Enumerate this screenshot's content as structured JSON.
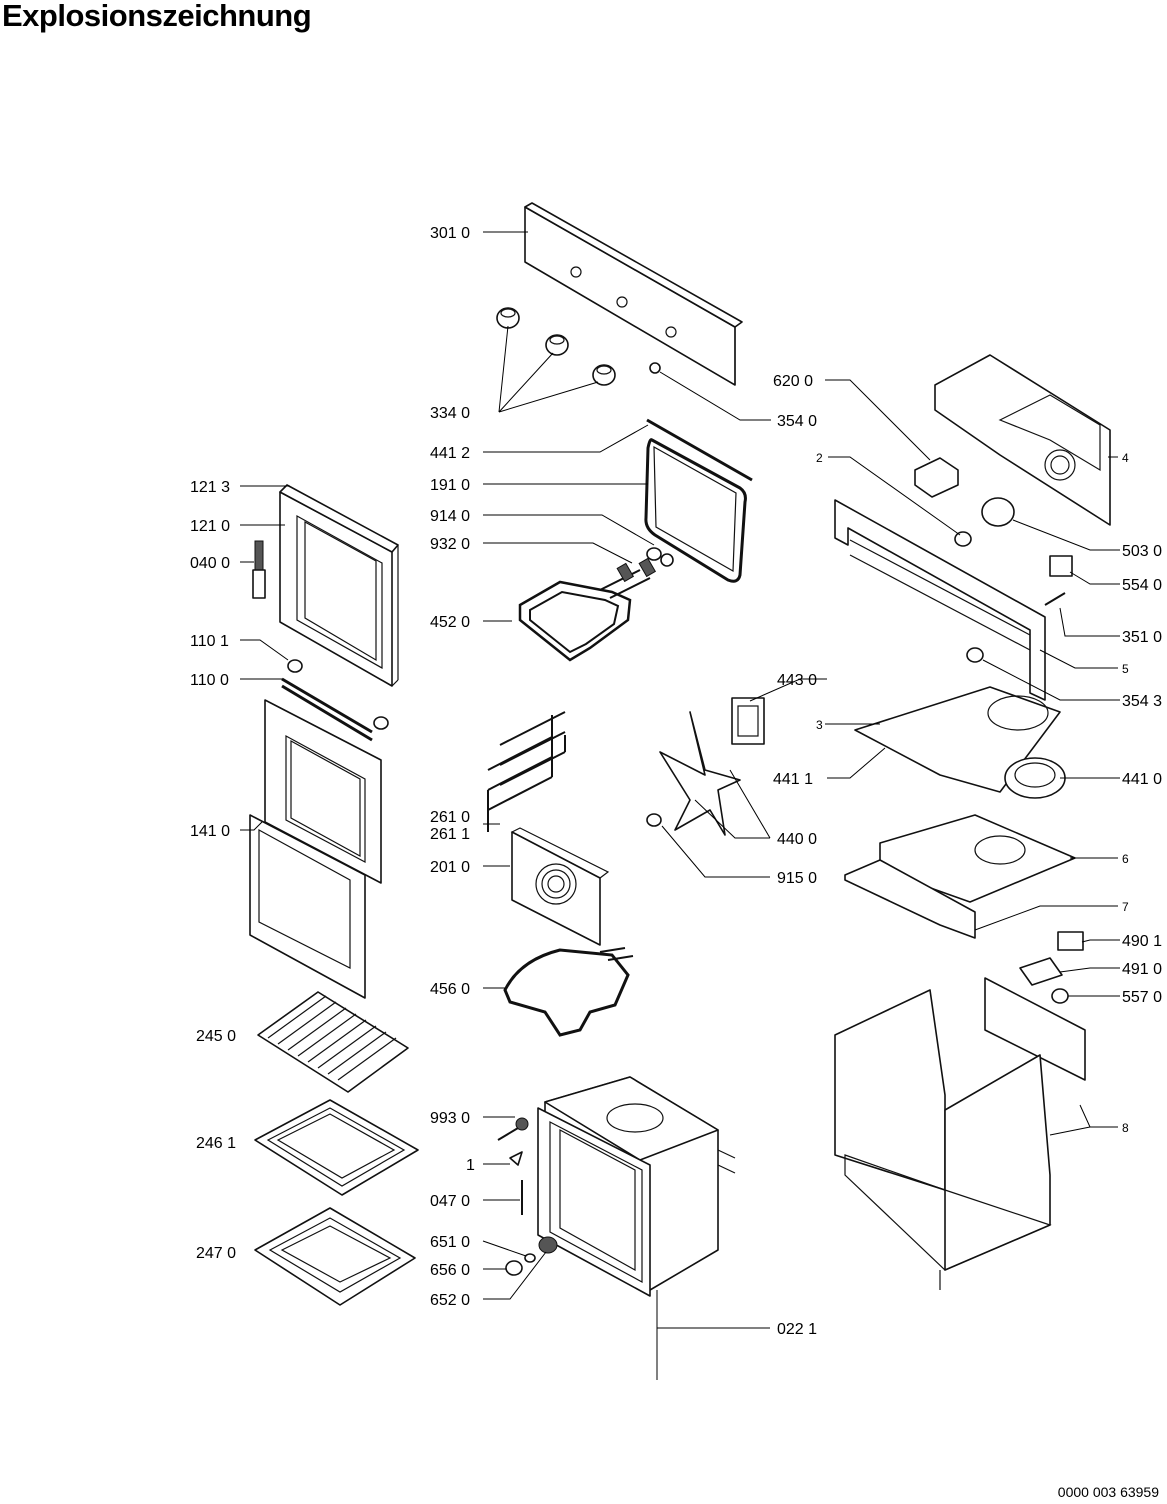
{
  "title": "Explosionszeichnung",
  "document_number": "0000 003 63959",
  "labels": {
    "l3010": "301 0",
    "l3340": "334 0",
    "l3540": "354 0",
    "l4412": "441 2",
    "l1910": "191 0",
    "l9140": "914 0",
    "l9320": "932 0",
    "l4520": "452 0",
    "l1213": "121 3",
    "l1210": "121 0",
    "l0400": "040 0",
    "l1101": "110 1",
    "l1100": "110 0",
    "l1410": "141 0",
    "l2450": "245 0",
    "l2461": "246 1",
    "l2470": "247 0",
    "l2610": "261 0",
    "l2611": "261 1",
    "l2010": "201 0",
    "l4560": "456 0",
    "l9930": "993 0",
    "l1": "1",
    "l0470": "047 0",
    "l6510": "651 0",
    "l6560": "656 0",
    "l6520": "652 0",
    "l0221": "022 1",
    "l6200": "620 0",
    "l2": "2",
    "l4": "4",
    "l5030": "503 0",
    "l5540": "554 0",
    "l3510": "351 0",
    "l5": "5",
    "l3543": "354 3",
    "l4430": "443 0",
    "l3": "3",
    "l4411": "441 1",
    "l4410": "441 0",
    "l4400": "440 0",
    "l9150": "915 0",
    "l6": "6",
    "l7": "7",
    "l4901": "490 1",
    "l4910": "491 0",
    "l5570": "557 0",
    "l8": "8"
  }
}
